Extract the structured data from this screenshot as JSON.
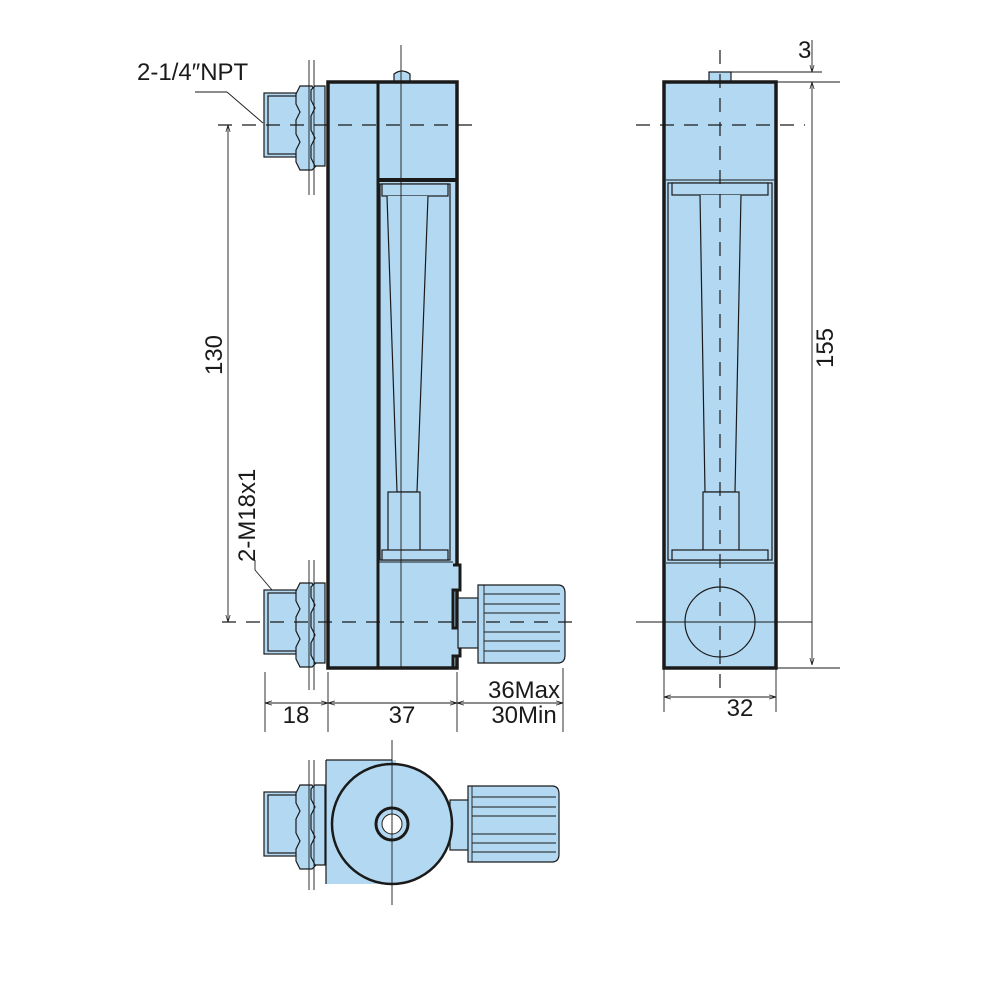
{
  "labels": {
    "thread_top": "2-1/4″NPT",
    "thread_bottom": "2-M18x1",
    "center_distance": "130",
    "overall_height": "155",
    "top_nut": "3",
    "fitting_length": "18",
    "body_depth": "37",
    "knob_max": "36Max",
    "knob_min": "30Min",
    "body_width": "32"
  },
  "colors": {
    "body_fill": "#b3d9f2",
    "line": "#1a1a1a"
  }
}
